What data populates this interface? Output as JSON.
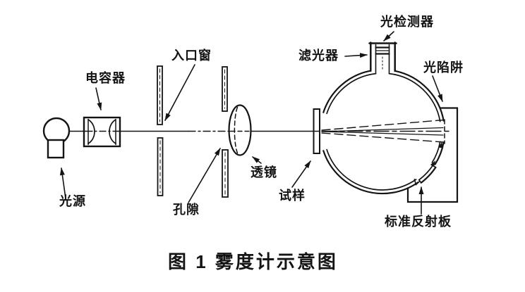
{
  "figure": {
    "caption": "图 1  雾度计示意图",
    "labels": {
      "light_source": "光源",
      "condenser": "电容器",
      "entrance_window": "入口窗",
      "aperture": "孔隙",
      "lens": "透镜",
      "specimen": "试样",
      "filter": "滤光器",
      "photodetector": "光检测器",
      "light_trap": "光陷阱",
      "standard_reflector": "标准反射板"
    },
    "colors": {
      "ink": "#141414",
      "background": "#ffffff"
    }
  }
}
